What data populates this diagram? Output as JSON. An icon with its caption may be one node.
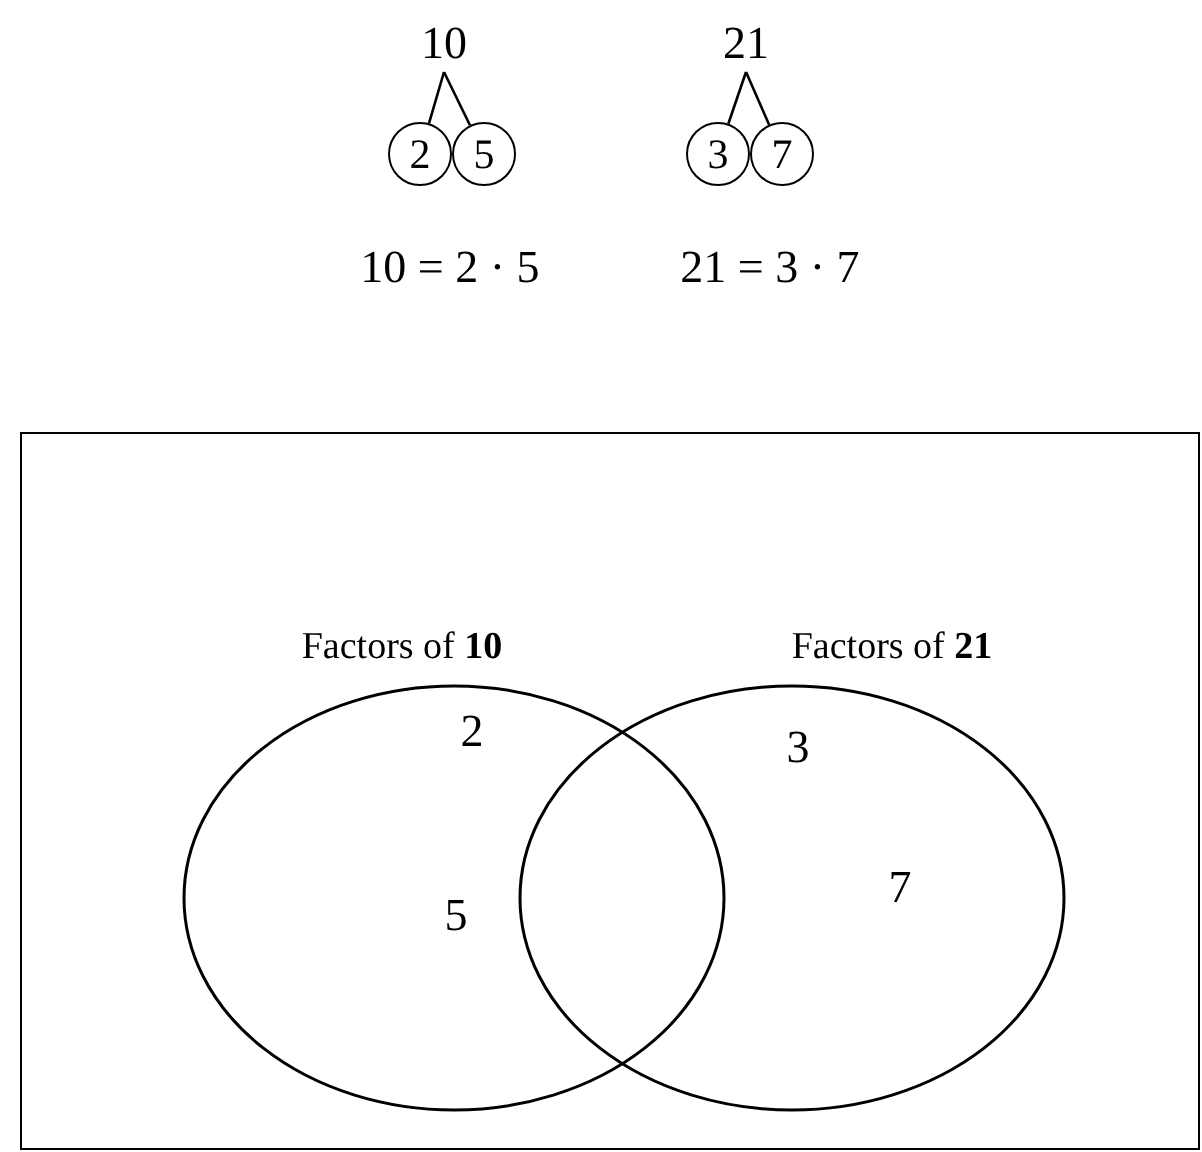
{
  "diagram": {
    "nodes": [
      {
        "text": [
          "10"
        ]
      },
      {
        "text": [
          "2"
        ]
      },
      {
        "text": [
          "5"
        ]
      },
      {
        "text": [
          "21"
        ]
      },
      {
        "text": [
          "3"
        ]
      },
      {
        "text": [
          "7"
        ]
      },
      {
        "text": [],
        "shape": "box"
      },
      {
        "text": [
          "Factors of **10**",
          "2",
          "5"
        ],
        "in": 6
      },
      {
        "text": [
          "Factors of **21**",
          "3",
          "7"
        ],
        "in": 6
      }
    ],
    "edges": [
      {
        "from": 0,
        "to": 1,
        "arrow": "none"
      },
      {
        "from": 0,
        "to": 2,
        "arrow": "none"
      },
      {
        "from": 3,
        "to": 4,
        "arrow": "none"
      },
      {
        "from": 3,
        "to": 5,
        "arrow": "none"
      }
    ],
    "labels": [
      "10 = 2 · 5",
      "21 = 3 · 7"
    ]
  }
}
